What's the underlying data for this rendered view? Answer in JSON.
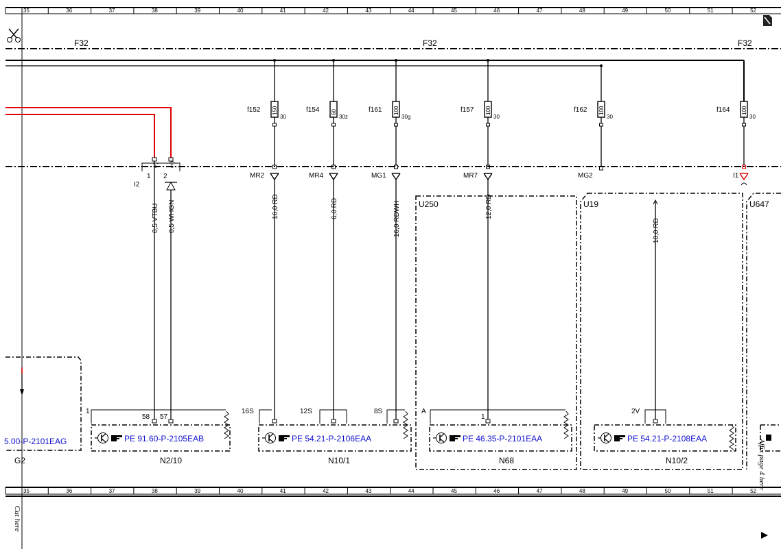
{
  "grid": {
    "columns": [
      "35",
      "36",
      "37",
      "38",
      "39",
      "40",
      "41",
      "42",
      "43",
      "44",
      "45",
      "46",
      "47",
      "48",
      "49",
      "50",
      "51",
      "52"
    ]
  },
  "bus": {
    "left_label": "F32",
    "center_label": "F32",
    "right_label": "F32"
  },
  "fuses": [
    {
      "id": "f152",
      "rating": "150",
      "terminal": "30",
      "connector": "MR2",
      "wire": "16,0 RD",
      "pin": "16S"
    },
    {
      "id": "f154",
      "rating": "60",
      "terminal": "30z",
      "connector": "MR4",
      "wire": "6,0 RD",
      "pin": "12S"
    },
    {
      "id": "f161",
      "rating": "100",
      "terminal": "30g",
      "connector": "MG1",
      "wire": "16,0 RDWH",
      "pin": "8S"
    },
    {
      "id": "f157",
      "rating": "100",
      "terminal": "30",
      "connector": "MR7",
      "wire": "12,0 RD",
      "pin": "1"
    },
    {
      "id": "f162",
      "rating": "100",
      "terminal": "30",
      "connector": "MG2",
      "wire": "",
      "pin": ""
    },
    {
      "id": "f164",
      "rating": "100",
      "terminal": "30",
      "connector": "I1",
      "wire": "10,0 RD",
      "pin": "2V"
    }
  ],
  "connector_i2": {
    "label": "I2",
    "pin1": "1",
    "pin2": "2",
    "pin1_sign": "(-)",
    "pin2_sign": "(+)",
    "wire1": "0,5 VTBU",
    "wire2": "0,5 WHGN",
    "pin_a": "58",
    "pin_b": "57",
    "box_pin": "1"
  },
  "zones": [
    {
      "label": "U250"
    },
    {
      "label": "U19"
    },
    {
      "label": "U647"
    }
  ],
  "components": [
    {
      "ref": "5.00-P-2101EAG",
      "name": "G2"
    },
    {
      "ref": "PE 91.60-P-2105EAB",
      "name": "N2/10"
    },
    {
      "ref": "PE 54.21-P-2106EAA",
      "name": "N10/1"
    },
    {
      "ref": "PE 46.35-P-2101EAA",
      "name": "N68",
      "pin": "A"
    },
    {
      "ref": "PE 54.21-P-2108EAA",
      "name": "N10/2"
    }
  ],
  "margin_notes": {
    "cut_here": "Cut here",
    "affix": "Affix page 4 here"
  },
  "colors": {
    "wire": "#000000",
    "wire_red": "#e00000",
    "reference_link": "#1010d0"
  },
  "icons": [
    "scissors-icon",
    "page-corner-icon",
    "transistor-icon",
    "pointing-hand-icon",
    "ground-arrow-icon"
  ]
}
